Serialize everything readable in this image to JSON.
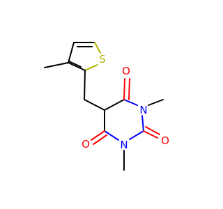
{
  "molecule": {
    "atoms": {
      "s1": "S",
      "o1": "O",
      "o2": "O",
      "o3": "O",
      "n1": "N",
      "n3": "N"
    },
    "colors": {
      "carbon": "#000000",
      "oxygen": "#ff0000",
      "nitrogen": "#0000ff",
      "sulfur": "#b2b200",
      "background": "#ffffff"
    }
  }
}
